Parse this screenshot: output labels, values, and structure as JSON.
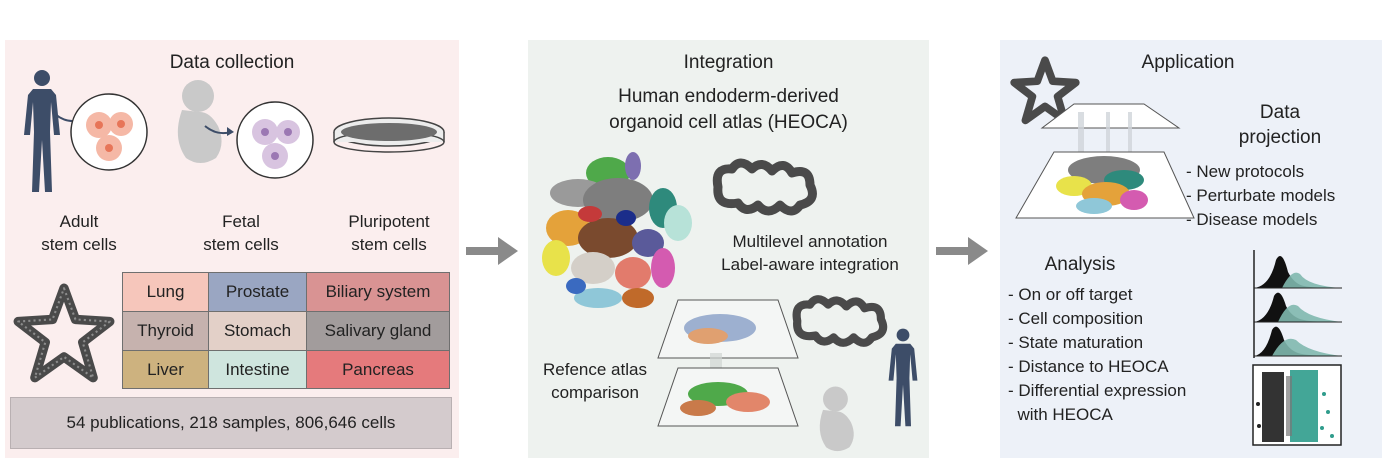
{
  "panels": {
    "collection": {
      "title": "Data collection",
      "sources": {
        "adult_l1": "Adult",
        "adult_l2": "stem cells",
        "fetal_l1": "Fetal",
        "fetal_l2": "stem cells",
        "pluri_l1": "Pluripotent",
        "pluri_l2": "stem cells"
      },
      "tissues": [
        {
          "label": "Lung",
          "color": "#f6c6bb"
        },
        {
          "label": "Prostate",
          "color": "#9aa6c2"
        },
        {
          "label": "Biliary system",
          "color": "#d99393"
        },
        {
          "label": "Thyroid",
          "color": "#c6b2ae"
        },
        {
          "label": "Stomach",
          "color": "#e3d0c8"
        },
        {
          "label": "Salivary gland",
          "color": "#a29c9c"
        },
        {
          "label": "Liver",
          "color": "#cdb27f"
        },
        {
          "label": "Intestine",
          "color": "#cfe5de"
        },
        {
          "label": "Pancreas",
          "color": "#e57a7c"
        }
      ],
      "summary": "54 publications, 218 samples, 806,646 cells"
    },
    "integration": {
      "title": "Integration",
      "atlas_l1": "Human endoderm-derived",
      "atlas_l2": "organoid cell atlas (HEOCA)",
      "annot_l1": "Multilevel annotation",
      "annot_l2": "Label-aware integration",
      "ref_l1": "Refence atlas",
      "ref_l2": "comparison"
    },
    "application": {
      "title": "Application",
      "proj_l1": "Data",
      "proj_l2": "projection",
      "proj_items": [
        "- New protocols",
        "- Perturbate models",
        "- Disease models"
      ],
      "analysis_title": "Analysis",
      "analysis_items": [
        "- On or off target",
        "- Cell composition",
        "- State maturation",
        "- Distance to HEOCA",
        "- Differential expression",
        "  with HEOCA"
      ]
    }
  },
  "colors": {
    "panel1_bg": "#fbeeee",
    "panel2_bg": "#eef2ef",
    "panel3_bg": "#edf1f8",
    "human": "#3d4d68",
    "fetus": "#c9c9c9",
    "organoid": "#4a4a4a",
    "arrow": "#8a8a8a",
    "accent_teal": "#2f9c8c"
  }
}
